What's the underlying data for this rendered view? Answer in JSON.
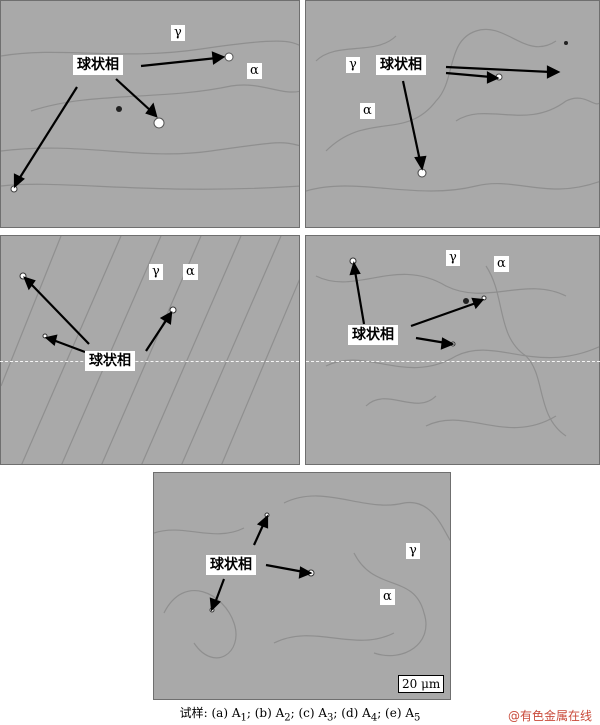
{
  "spherical_phase_label": "球状相",
  "phase_gamma": "γ",
  "phase_alpha": "α",
  "scale_bar": "20 μm",
  "caption": {
    "prefix": "试样: ",
    "items": [
      "(a) A",
      "1",
      "; (b) A",
      "2",
      "; (c) A",
      "3",
      "; (d) A",
      "4",
      "; (e) A",
      "5"
    ]
  },
  "watermark": "@有色金属在线",
  "colors": {
    "matrix": "#a9a9a9",
    "boundary": "#8a8a8a",
    "arrow": "#000000"
  }
}
